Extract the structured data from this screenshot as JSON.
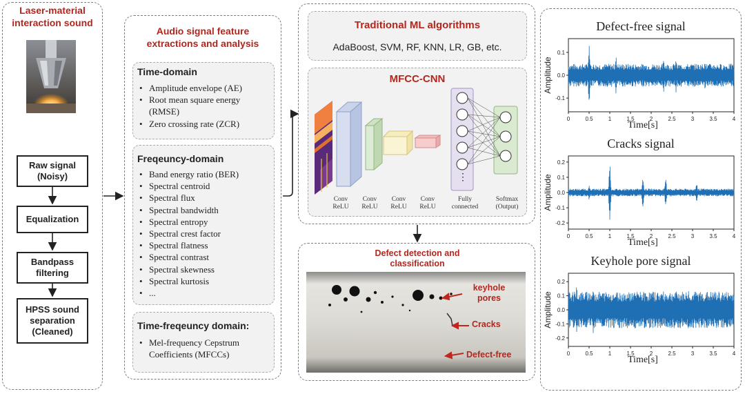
{
  "left_panel": {
    "title": "Laser-material interaction sound",
    "steps": [
      "Raw signal (Noisy)",
      "Equalization",
      "Bandpass filtering",
      "HPSS sound separation (Cleaned)"
    ]
  },
  "features_panel": {
    "title": "Audio signal feature extractions and analysis",
    "time_domain": {
      "title": "Time-domain",
      "items": [
        "Amplitude envelope (AE)",
        "Root mean square energy (RMSE)",
        "Zero crossing rate (ZCR)"
      ]
    },
    "frequency_domain": {
      "title": "Freqeuncy-domain",
      "items": [
        "Band energy ratio (BER)",
        "Spectral centroid",
        "Spectral flux",
        "Spectral bandwidth",
        "Spectral entropy",
        "Spectral crest factor",
        "Spectral flatness",
        "Spectral contrast",
        "Spectral skewness",
        "Spectral kurtosis",
        "..."
      ]
    },
    "time_frequency_domain": {
      "title": "Time-freqeuncy domain:",
      "items": [
        "Mel-frequency Cepstrum Coefficients (MFCCs)"
      ]
    }
  },
  "ml_panel": {
    "traditional_title": "Traditional ML algorithms",
    "traditional_list": "AdaBoost, SVM, RF, KNN, LR, GB, etc.",
    "cnn_title": "MFCC-CNN",
    "layer_labels": [
      "Conv ReLU",
      "Conv ReLU",
      "Conv ReLU",
      "Conv ReLU",
      "Fully connected",
      "Softmax (Output)"
    ],
    "ellipsis": "⋮"
  },
  "defect_panel": {
    "title": "Defect detection and classification",
    "labels": [
      "keyhole pores",
      "Cracks",
      "Defect-free"
    ]
  },
  "signal_charts": {
    "titles": [
      "Defect-free signal",
      "Cracks signal",
      "Keyhole pore signal"
    ],
    "xlabel": "Time[s]",
    "ylabel": "Amplitude"
  },
  "chart_data": [
    {
      "type": "line",
      "title": "Defect-free signal",
      "xlabel": "Time[s]",
      "ylabel": "Amplitude",
      "x_ticks": [
        0,
        0.5,
        1,
        1.5,
        2,
        2.5,
        3,
        3.5,
        4
      ],
      "x_tick_labels": [
        "0",
        "0.5",
        "1",
        "1.5",
        "2",
        "2.5",
        "3",
        "3.5",
        "4"
      ],
      "y_ticks": [
        -0.1,
        0.0,
        0.1
      ],
      "y_tick_labels": [
        "-0.1",
        "0.0",
        "0.1"
      ],
      "xlim": [
        0,
        4
      ],
      "ylim": [
        -0.16,
        0.16
      ],
      "envelope": 0.05,
      "spikes": [
        [
          0.5,
          0.14
        ],
        [
          1.15,
          0.1
        ],
        [
          2.3,
          0.09
        ],
        [
          2.6,
          0.08
        ],
        [
          3.3,
          0.07
        ]
      ],
      "color": "#1f6fb4"
    },
    {
      "type": "line",
      "title": "Cracks signal",
      "xlabel": "Time[s]",
      "ylabel": "Amplitude",
      "x_ticks": [
        0,
        0.5,
        1,
        1.5,
        2,
        2.5,
        3,
        3.5,
        4
      ],
      "x_tick_labels": [
        "0",
        "0.5",
        "1",
        "1.5",
        "2",
        "2.5",
        "3",
        "3.5",
        "4"
      ],
      "y_ticks": [
        -0.2,
        -0.1,
        0.0,
        0.1,
        0.2
      ],
      "y_tick_labels": [
        "-0.2",
        "-0.1",
        "0.0",
        "0.1",
        "0.2"
      ],
      "xlim": [
        0,
        4
      ],
      "ylim": [
        -0.24,
        0.24
      ],
      "envelope": 0.025,
      "spikes": [
        [
          0.5,
          0.05
        ],
        [
          1.0,
          0.21
        ],
        [
          1.8,
          0.12
        ],
        [
          2.35,
          0.11
        ],
        [
          3.1,
          0.07
        ]
      ],
      "color": "#1f6fb4"
    },
    {
      "type": "line",
      "title": "Keyhole pore signal",
      "xlabel": "Time[s]",
      "ylabel": "Amplitude",
      "x_ticks": [
        0,
        0.5,
        1,
        1.5,
        2,
        2.5,
        3,
        3.5,
        4
      ],
      "x_tick_labels": [
        "0",
        "0.5",
        "1",
        "1.5",
        "2",
        "2.5",
        "3",
        "3.5",
        "4"
      ],
      "y_ticks": [
        -0.2,
        -0.1,
        0.0,
        0.1,
        0.2
      ],
      "y_tick_labels": [
        "-0.2",
        "-0.1",
        "0.0",
        "0.1",
        "0.2"
      ],
      "xlim": [
        0,
        4
      ],
      "ylim": [
        -0.26,
        0.26
      ],
      "envelope": 0.13,
      "spikes": [
        [
          0.2,
          0.19
        ],
        [
          0.6,
          0.18
        ],
        [
          1.6,
          0.17
        ],
        [
          2.9,
          0.16
        ]
      ],
      "color": "#1f6fb4"
    }
  ]
}
